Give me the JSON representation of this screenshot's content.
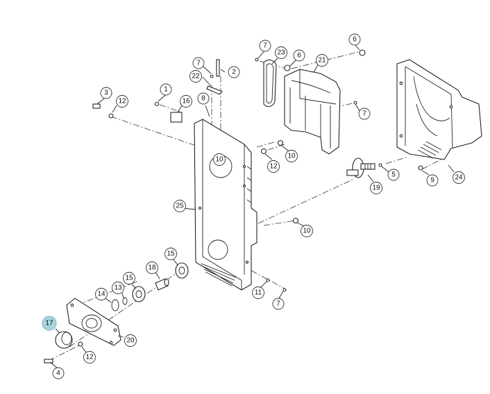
{
  "diagram": {
    "highlight_color": "#a9d4dd",
    "callouts": [
      {
        "id": "c6a",
        "label": "6"
      },
      {
        "id": "c7a",
        "label": "7"
      },
      {
        "id": "c23",
        "label": "23"
      },
      {
        "id": "c6b",
        "label": "6"
      },
      {
        "id": "c21",
        "label": "21"
      },
      {
        "id": "c7b",
        "label": "7"
      },
      {
        "id": "c2",
        "label": "2"
      },
      {
        "id": "c22",
        "label": "22"
      },
      {
        "id": "c1",
        "label": "1"
      },
      {
        "id": "c3",
        "label": "3"
      },
      {
        "id": "c12a",
        "label": "12"
      },
      {
        "id": "c16",
        "label": "16"
      },
      {
        "id": "c8",
        "label": "8"
      },
      {
        "id": "c7c",
        "label": "7"
      },
      {
        "id": "c10a",
        "label": "10"
      },
      {
        "id": "c12b",
        "label": "12"
      },
      {
        "id": "c10b",
        "label": "10"
      },
      {
        "id": "c5",
        "label": "5"
      },
      {
        "id": "c19",
        "label": "19"
      },
      {
        "id": "c9",
        "label": "9"
      },
      {
        "id": "c24",
        "label": "24"
      },
      {
        "id": "c25",
        "label": "25"
      },
      {
        "id": "c10c",
        "label": "10"
      },
      {
        "id": "c15a",
        "label": "15"
      },
      {
        "id": "c18",
        "label": "18"
      },
      {
        "id": "c15b",
        "label": "15"
      },
      {
        "id": "c13",
        "label": "13"
      },
      {
        "id": "c14",
        "label": "14"
      },
      {
        "id": "c11",
        "label": "11"
      },
      {
        "id": "c7d",
        "label": "7"
      },
      {
        "id": "c17",
        "label": "17",
        "highlight": true
      },
      {
        "id": "c20",
        "label": "20"
      },
      {
        "id": "c12c",
        "label": "12"
      },
      {
        "id": "c4",
        "label": "4"
      }
    ]
  }
}
